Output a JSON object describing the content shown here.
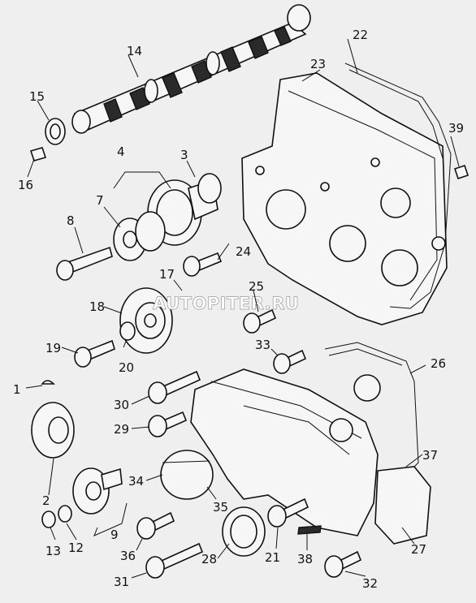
{
  "watermark": "AUTOPITER.RU",
  "callouts": [
    "1",
    "2",
    "3",
    "4",
    "7",
    "8",
    "9",
    "12",
    "13",
    "14",
    "15",
    "16",
    "17",
    "18",
    "19",
    "20",
    "21",
    "22",
    "23",
    "24",
    "25",
    "26",
    "27",
    "28",
    "29",
    "30",
    "31",
    "32",
    "33",
    "34",
    "35",
    "36",
    "37",
    "38",
    "39"
  ]
}
